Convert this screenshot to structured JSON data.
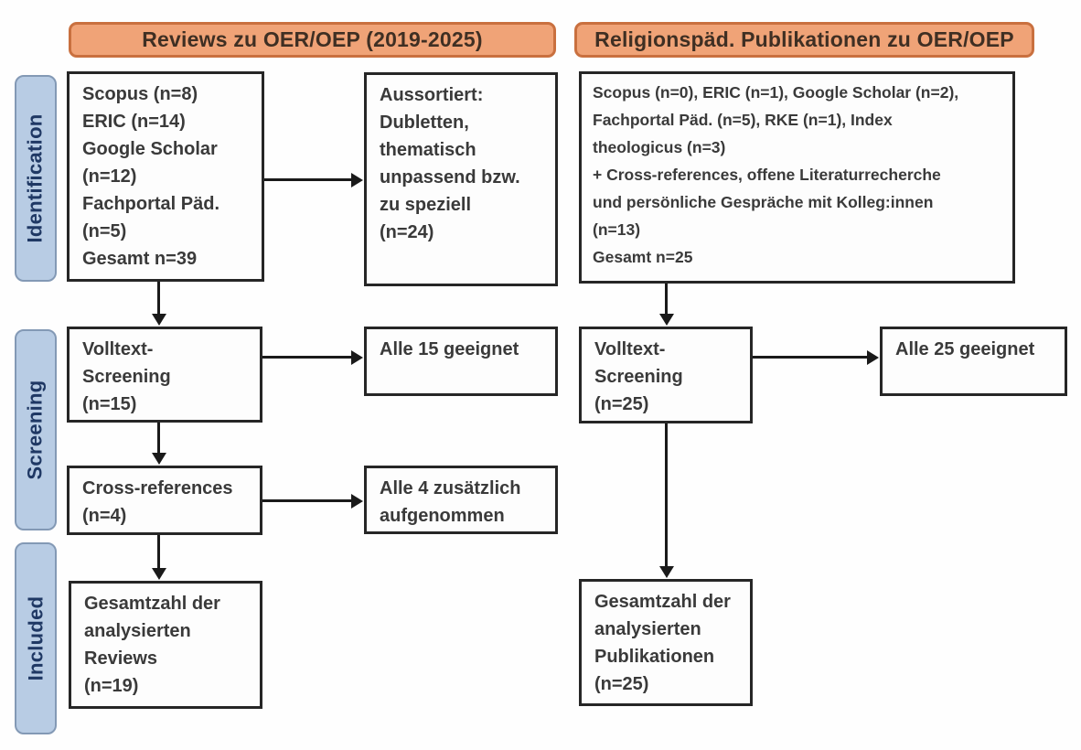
{
  "headers": {
    "left": "Reviews zu OER/OEP (2019-2025)",
    "right": "Religionspäd. Publikationen zu OER/OEP"
  },
  "stages": {
    "identification": "Identification",
    "screening": "Screening",
    "included": "Included"
  },
  "left_flow": {
    "sources": "Scopus (n=8)\nERIC (n=14)\nGoogle Scholar\n(n=12)\nFachportal Päd.\n(n=5)\nGesamt n=39",
    "excluded": "Aussortiert:\nDubletten,\nthematisch\nunpassend bzw.\nzu speziell\n(n=24)",
    "fulltext_screening": "Volltext-\nScreening\n(n=15)",
    "fulltext_result": "Alle 15 geeignet",
    "cross_references": "Cross-references\n(n=4)",
    "cross_references_result": "Alle 4 zusätzlich\naufgenommen",
    "included_total": "Gesamtzahl der\nanalysierten\nReviews\n(n=19)"
  },
  "right_flow": {
    "sources": "Scopus (n=0), ERIC (n=1), Google Scholar (n=2),\nFachportal Päd. (n=5), RKE (n=1), Index\ntheologicus (n=3)\n+ Cross-references, offene Literaturrecherche\nund persönliche Gespräche mit Kolleg:innen\n(n=13)\nGesamt n=25",
    "fulltext_screening": "Volltext-\nScreening\n(n=25)",
    "fulltext_result": "Alle 25 geeignet",
    "included_total": "Gesamtzahl der\nanalysierten\nPublikationen\n(n=25)"
  },
  "colors": {
    "header_fill": "#f0a377",
    "header_border": "#c9703f",
    "stage_fill": "#b8cce4",
    "stage_text": "#1f3864",
    "box_border": "#262626",
    "box_text": "#3a3a3a",
    "arrow": "#1a1a1a"
  }
}
